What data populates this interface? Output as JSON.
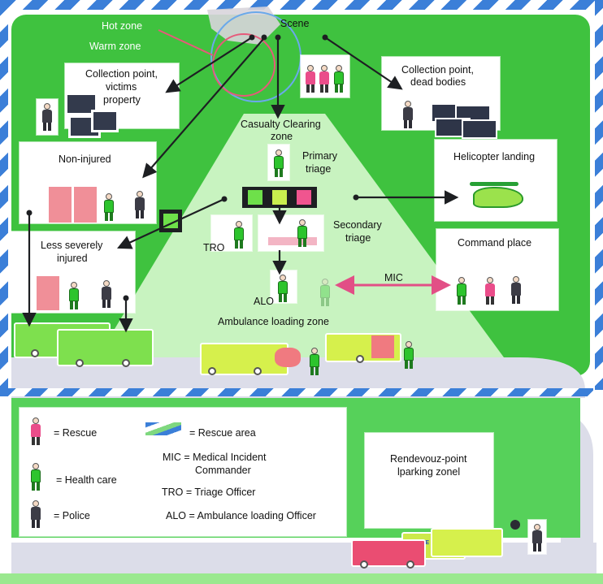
{
  "diagram": {
    "zones": {
      "hot_zone": "Hot zone",
      "warm_zone": "Warm zone"
    },
    "nodes": {
      "scene": "Scene",
      "collection_property": [
        "Collection point,",
        "victims",
        "property"
      ],
      "collection_dead": [
        "Collection point,",
        "dead bodies"
      ],
      "casualty_clearing": [
        "Casualty Clearing",
        "zone"
      ],
      "primary_triage": [
        "Primary",
        "triage"
      ],
      "secondary_triage": [
        "Secondary",
        "triage"
      ],
      "non_injured": "Non-injured",
      "less_severely": [
        "Less severely",
        "injured"
      ],
      "helicopter": "Helicopter landing",
      "command": "Command place",
      "tro": "TRO",
      "alo": "ALO",
      "mic": "MIC",
      "ambulance_zone": "Ambulance loading zone",
      "rendezvous": [
        "Rendevouz-point",
        "lparking zonel"
      ],
      "police_vehicle_text": "POLICE"
    },
    "triage_colors": [
      "#6ee04a",
      "#c9ef4e",
      "#f0558f"
    ],
    "colors": {
      "tape_blue": "#3b7fd8",
      "field_green": "#3fc23f",
      "light_green": "#bdf0b5",
      "road": "#dcdde9",
      "mic_arrow": "#e24f86"
    }
  },
  "legend": {
    "rescue": "= Rescue",
    "health": "= Health care",
    "police": "= Police",
    "rescue_area": "= Rescue area",
    "mic": [
      "MIC = Medical Incident",
      "Commander"
    ],
    "tro": "TRO = Triage Officer",
    "alo": "ALO = Ambulance loading Officer"
  }
}
